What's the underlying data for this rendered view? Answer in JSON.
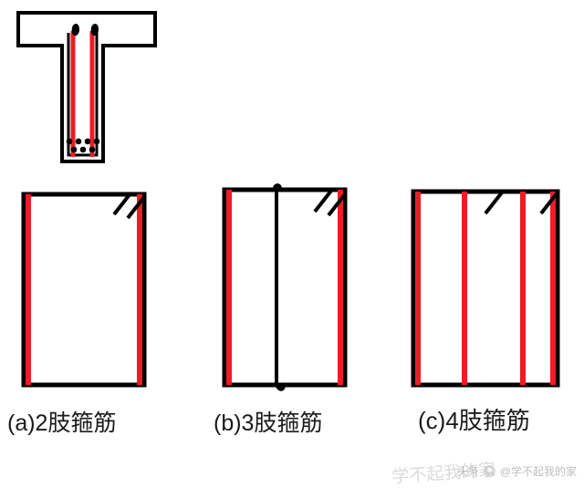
{
  "figure": {
    "title": "",
    "caption_a": "(a)2肢箍筋",
    "caption_b": "(b)3肢箍筋",
    "caption_c": "(c)4肢箍筋"
  },
  "colors": {
    "rebar_red": "#ee1c24",
    "outline_black": "#000000",
    "caption_gray": "#1b1b1b",
    "watermark_gray": "#8a8a8a",
    "background": "#ffffff"
  },
  "top_section": {
    "name": "T形截面梁配筋示意",
    "flange_label": "",
    "web_label": "",
    "stirrup_legs": 2,
    "bottom_bars": 7,
    "top_hooks": 2
  },
  "details": [
    {
      "id": "a",
      "label": "(a)2肢箍筋",
      "legs": 2,
      "hook_count": 1,
      "inner_bars": 0
    },
    {
      "id": "b",
      "label": "(b)3肢箍筋",
      "legs": 3,
      "hook_count": 2,
      "inner_bars": 1
    },
    {
      "id": "c",
      "label": "(c)4肢箍筋",
      "legs": 4,
      "hook_count": 2,
      "inner_bars": 2
    }
  ],
  "watermark": {
    "platform_text": "头条",
    "account_text": "@学不起我的家",
    "ghost_text": "学不起我的家"
  }
}
